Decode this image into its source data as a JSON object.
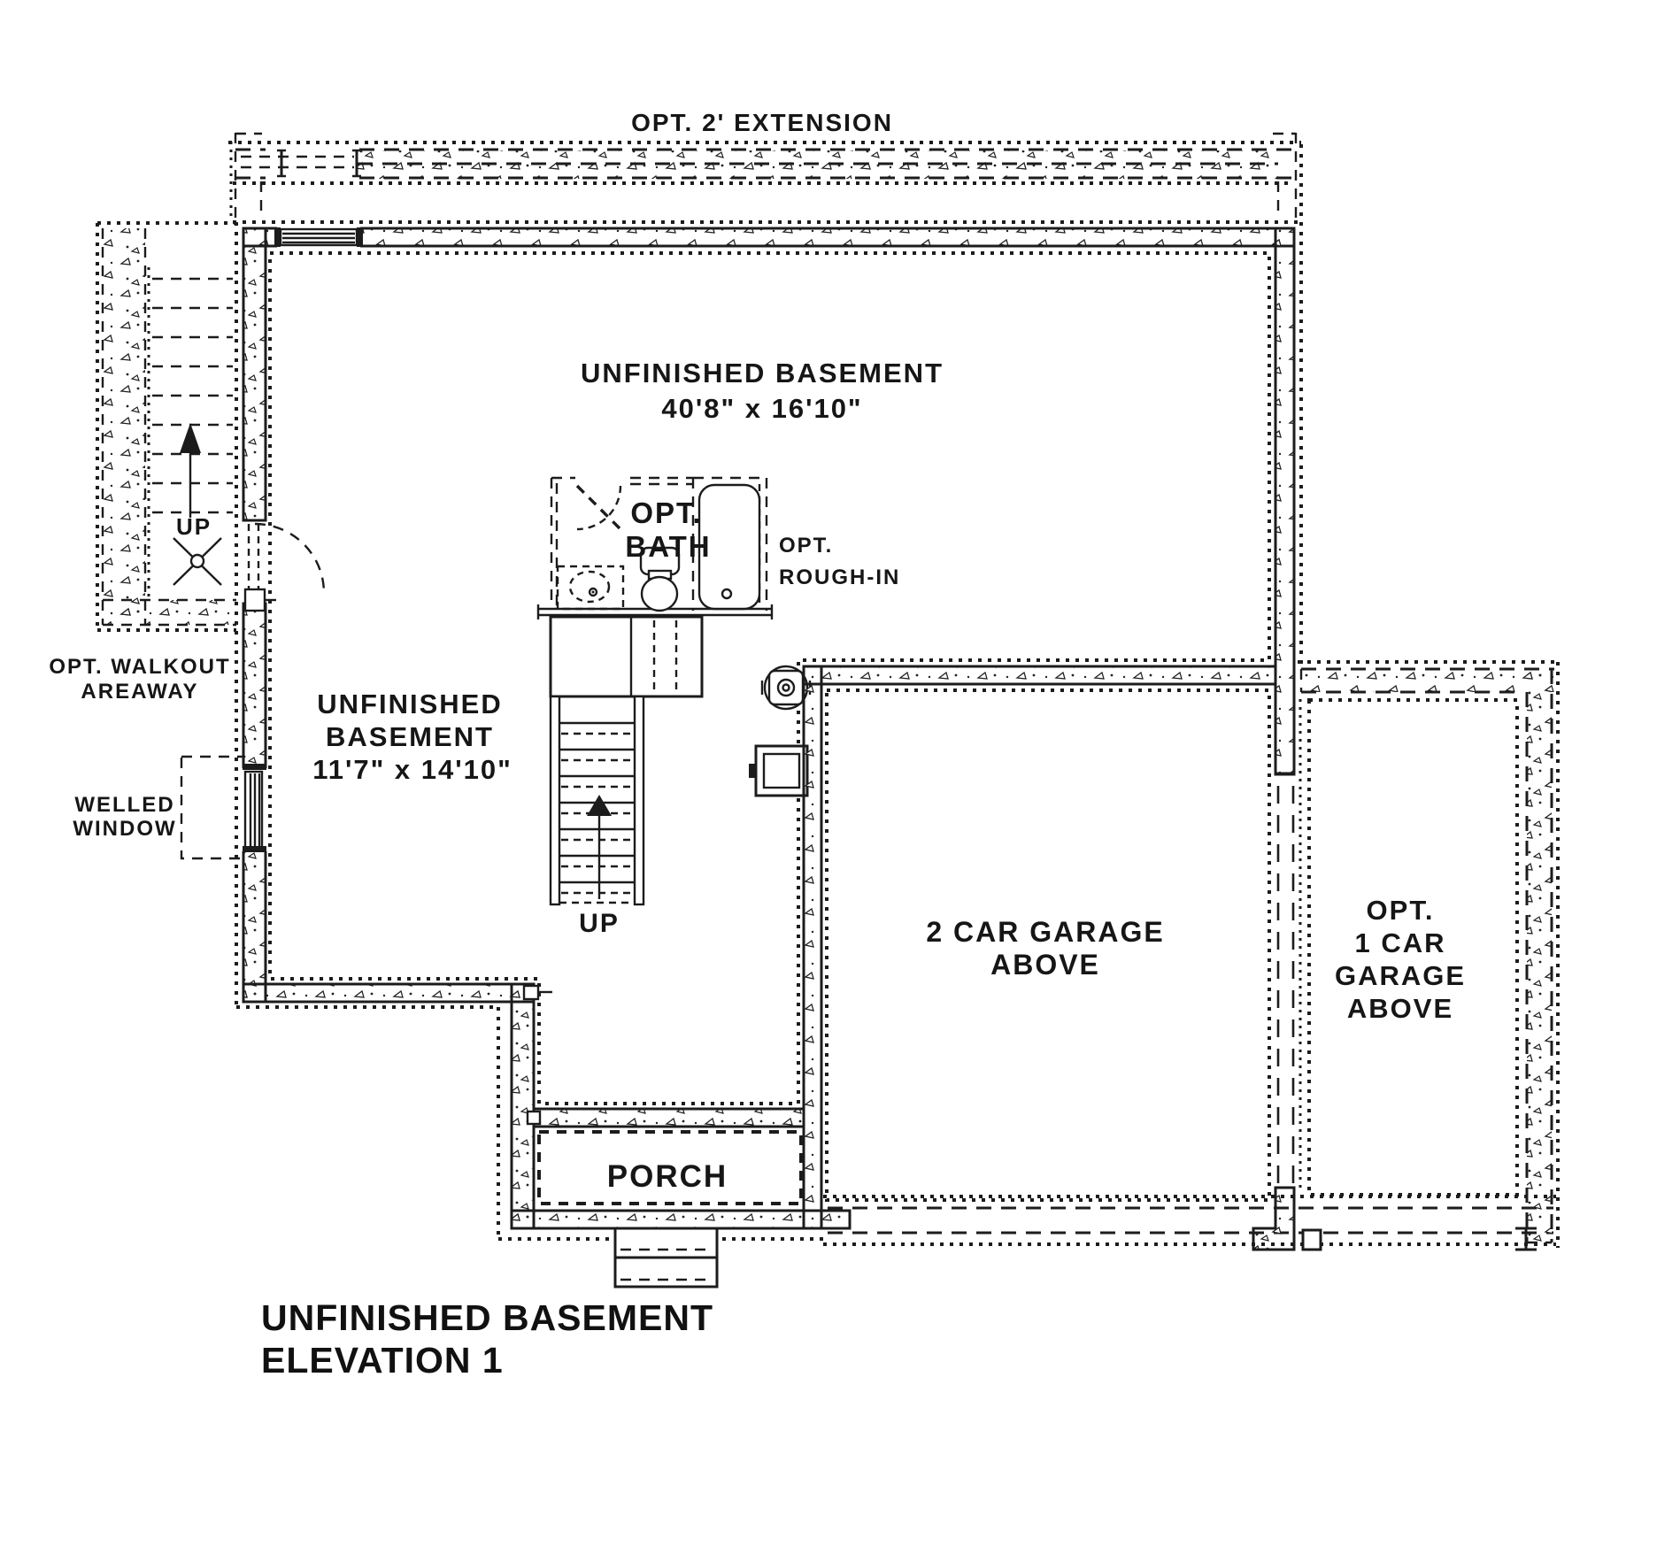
{
  "sheet": {
    "title_line1": "UNFINISHED BASEMENT",
    "title_line2": "ELEVATION 1"
  },
  "labels": {
    "opt_extension": "OPT. 2' EXTENSION",
    "main_basement_name": "UNFINISHED BASEMENT",
    "main_basement_dims": "40'8\" x 16'10\"",
    "opt_bath_line1": "OPT.",
    "opt_bath_line2": "BATH",
    "opt_rough_in_line1": "OPT.",
    "opt_rough_in_line2": "ROUGH-IN",
    "areaway_up": "UP",
    "walkout_line1": "OPT. WALKOUT",
    "walkout_line2": "AREAWAY",
    "welled_line1": "WELLED",
    "welled_line2": "WINDOW",
    "small_basement_name_line1": "UNFINISHED",
    "small_basement_name_line2": "BASEMENT",
    "small_basement_dims": "11'7\" x 14'10\"",
    "stairs_up": "UP",
    "garage_2car_line1": "2 CAR GARAGE",
    "garage_2car_line2": "ABOVE",
    "garage_1car_line1": "OPT.",
    "garage_1car_line2": "1 CAR",
    "garage_1car_line3": "GARAGE",
    "garage_1car_line4": "ABOVE",
    "porch": "PORCH"
  },
  "colors": {
    "ink": "#1c1c1c",
    "paper": "#ffffff"
  }
}
